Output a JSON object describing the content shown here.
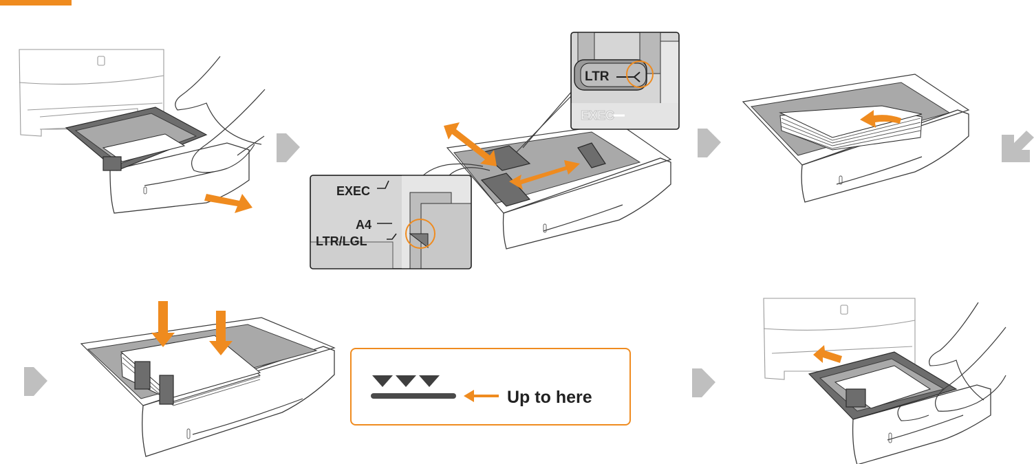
{
  "zoom_a": {
    "labels": [
      "LTR",
      "EXEC"
    ]
  },
  "zoom_b": {
    "labels": [
      "EXEC",
      "A4",
      "LTR/LGL"
    ]
  },
  "callout": {
    "text": "Up to here"
  },
  "colors": {
    "accent": "#ef8b1f",
    "step_arrow": "#bfbfbf",
    "zoom_bg": "#d6d6d6"
  },
  "icons": [
    "step-arrow-icon",
    "pull-arrow-icon",
    "push-arrow-icon",
    "slide-arrow-icon",
    "press-down-arrow-icon",
    "load-limit-mark-icon"
  ]
}
